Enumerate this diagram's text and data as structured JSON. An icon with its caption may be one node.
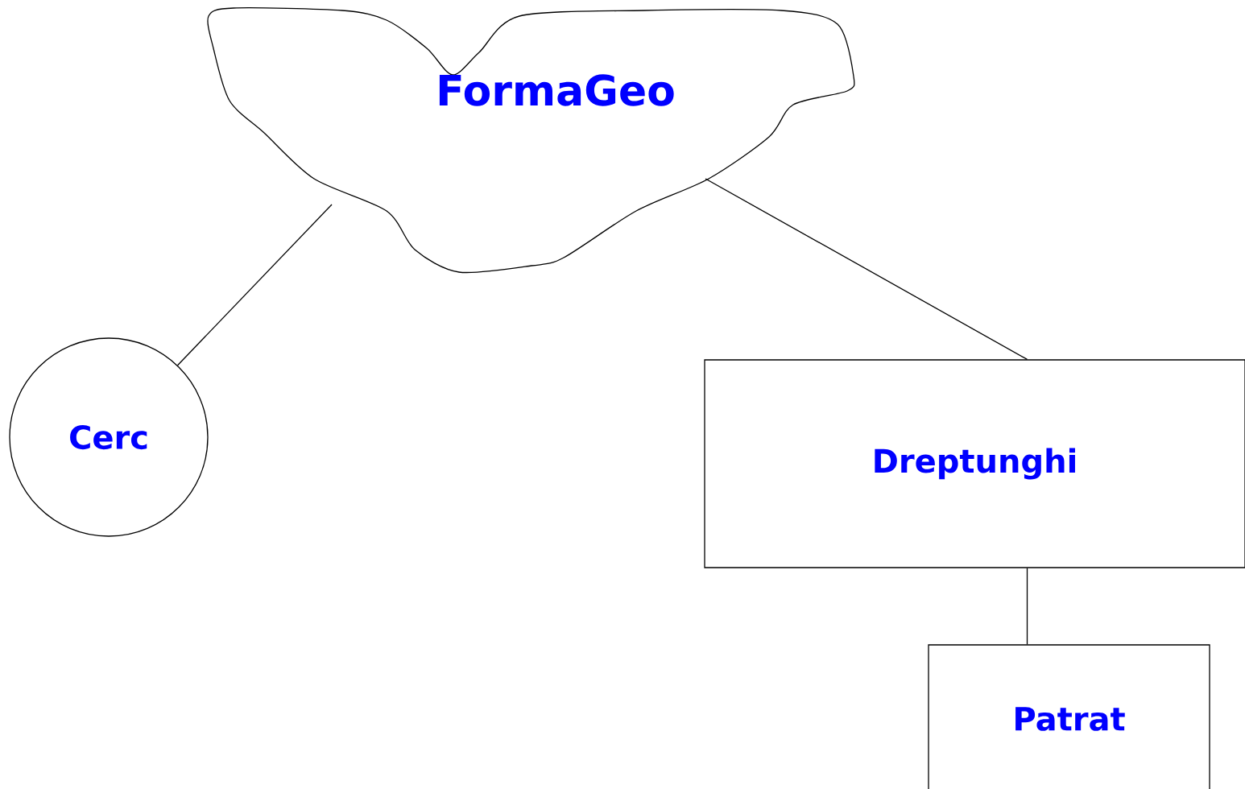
{
  "diagram": {
    "nodes": [
      {
        "text": [
          "FormaGeo"
        ]
      },
      {
        "text": [
          "Cerc"
        ]
      },
      {
        "text": [
          "Dreptunghi"
        ]
      },
      {
        "text": [
          "Patrat"
        ]
      }
    ],
    "edges": [
      {
        "from": 0,
        "to": 1,
        "arrow": "none"
      },
      {
        "from": 0,
        "to": 2,
        "arrow": "none"
      },
      {
        "from": 2,
        "to": 3,
        "arrow": "none"
      }
    ]
  }
}
